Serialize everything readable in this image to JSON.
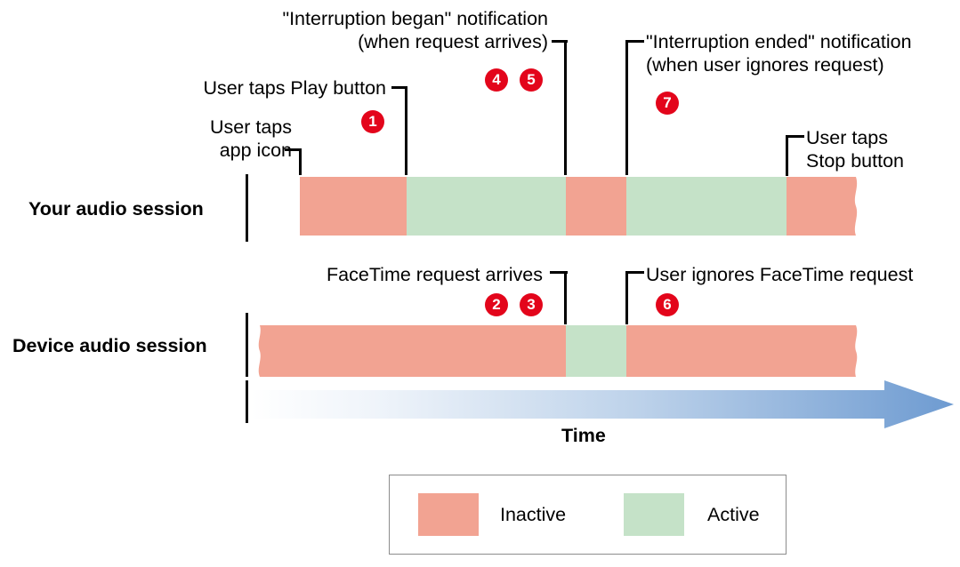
{
  "diagram": {
    "title_colors": {
      "inactive": "#F2A392",
      "active": "#C5E2C8",
      "badge_red": "#E3051B",
      "arrow_blue": "#6E9BD1"
    },
    "rows": [
      {
        "label": "Your audio session",
        "segments": [
          {
            "state": "Inactive",
            "from": 337,
            "to": 457
          },
          {
            "state": "Active",
            "from": 457,
            "to": 636
          },
          {
            "state": "Inactive",
            "from": 636,
            "to": 704
          },
          {
            "state": "Active",
            "from": 704,
            "to": 884
          },
          {
            "state": "Inactive",
            "from": 884,
            "to": 962
          }
        ]
      },
      {
        "label": "Device audio session",
        "segments": [
          {
            "state": "Inactive",
            "from": 290,
            "to": 636
          },
          {
            "state": "Active",
            "from": 636,
            "to": 704
          },
          {
            "state": "Inactive",
            "from": 704,
            "to": 962
          }
        ]
      }
    ],
    "callouts": [
      {
        "id": "interruption-began",
        "line1": "\"Interruption began\" notification",
        "line2": "(when request arrives)"
      },
      {
        "id": "interruption-ended",
        "line1": "\"Interruption ended\" notification",
        "line2": "(when user ignores request)"
      },
      {
        "id": "user-taps-play",
        "line1": "User taps Play button"
      },
      {
        "id": "user-taps-app-icon",
        "line1": "User taps",
        "line2": "app icon"
      },
      {
        "id": "user-taps-stop",
        "line1": "User taps",
        "line2": "Stop button"
      },
      {
        "id": "facetime-request-arrives",
        "line1": "FaceTime request arrives"
      },
      {
        "id": "user-ignores-facetime",
        "line1": "User ignores FaceTime request"
      }
    ],
    "badges": [
      {
        "n": "1",
        "for": "user-taps-play"
      },
      {
        "n": "4",
        "for": "interruption-began"
      },
      {
        "n": "5",
        "for": "interruption-began"
      },
      {
        "n": "7",
        "for": "interruption-ended"
      },
      {
        "n": "2",
        "for": "facetime-request-arrives"
      },
      {
        "n": "3",
        "for": "facetime-request-arrives"
      },
      {
        "n": "6",
        "for": "user-ignores-facetime"
      }
    ],
    "time_axis": {
      "label": "Time"
    },
    "legend": {
      "items": [
        {
          "label": "Inactive",
          "color": "#F2A392"
        },
        {
          "label": "Active",
          "color": "#C5E2C8"
        }
      ]
    }
  }
}
